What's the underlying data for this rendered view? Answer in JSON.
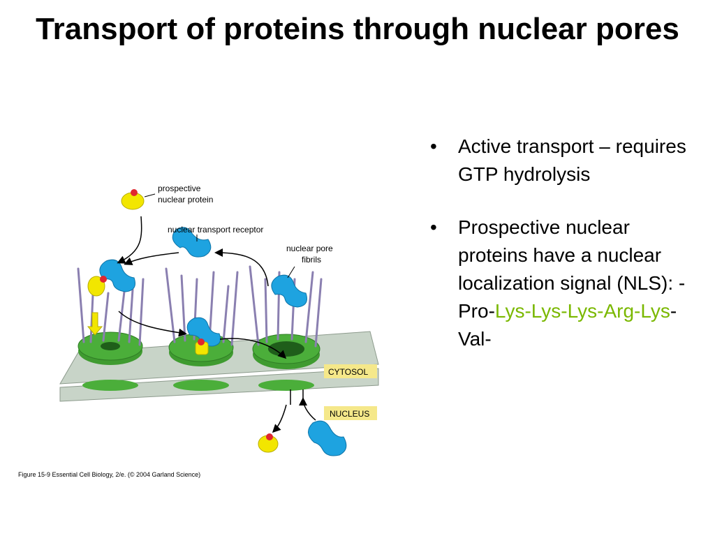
{
  "slide": {
    "title": "Transport of proteins through nuclear pores",
    "bullets": [
      {
        "text": "Active transport – requires GTP hydrolysis"
      },
      {
        "prefix": "Prospective nuclear proteins have a nuclear localization signal (NLS): -Pro-",
        "highlight": "Lys-Lys-Lys-Arg-Lys",
        "suffix": "-Val-"
      }
    ]
  },
  "figure": {
    "labels": {
      "protein_line1": "prospective",
      "protein_line2": "nuclear protein",
      "receptor": "nuclear transport receptor",
      "fibrils_line1": "nuclear pore",
      "fibrils_line2": "fibrils",
      "cytosol": "CYTOSOL",
      "nucleus": "NUCLEUS"
    },
    "caption": "Figure 15-9  Essential Cell Biology, 2/e. (© 2004 Garland Science)",
    "colors": {
      "receptor": "#1ea3e0",
      "protein": "#f2e600",
      "nls": "#e0262f",
      "pore": "#4bae3a",
      "membrane": "#c8d4c8",
      "fibril": "#8a7fb0",
      "label_box": "#f5e88a"
    }
  }
}
